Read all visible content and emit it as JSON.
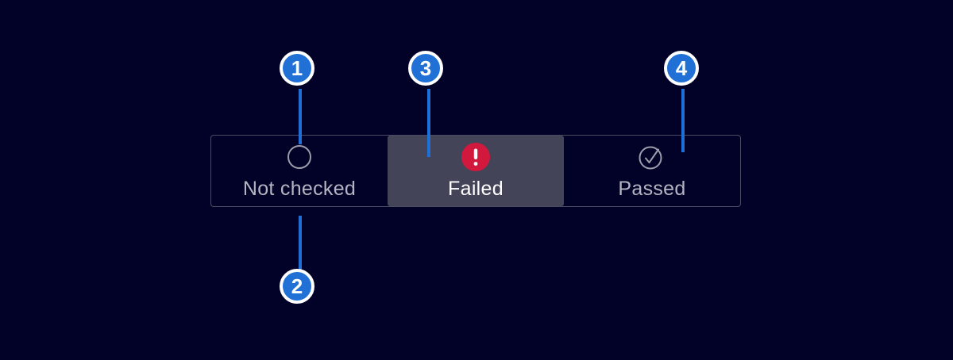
{
  "status_bar": {
    "segments": [
      {
        "label": "Not checked",
        "icon": "not-checked-circle-icon",
        "selected": false
      },
      {
        "label": "Failed",
        "icon": "failed-alert-icon",
        "selected": true
      },
      {
        "label": "Passed",
        "icon": "passed-check-icon",
        "selected": false
      }
    ]
  },
  "callouts": [
    {
      "number": "1"
    },
    {
      "number": "2"
    },
    {
      "number": "3"
    },
    {
      "number": "4"
    }
  ],
  "colors": {
    "background": "#020228",
    "bar_border": "#4a4a60",
    "selected_segment_bg": "#444458",
    "muted_text": "#b4b4c2",
    "muted_icon": "#9c9cab",
    "selected_text": "#ffffff",
    "error_red": "#d2183c",
    "accent_blue": "#1f70d6",
    "callout_ring": "#ffffff"
  }
}
